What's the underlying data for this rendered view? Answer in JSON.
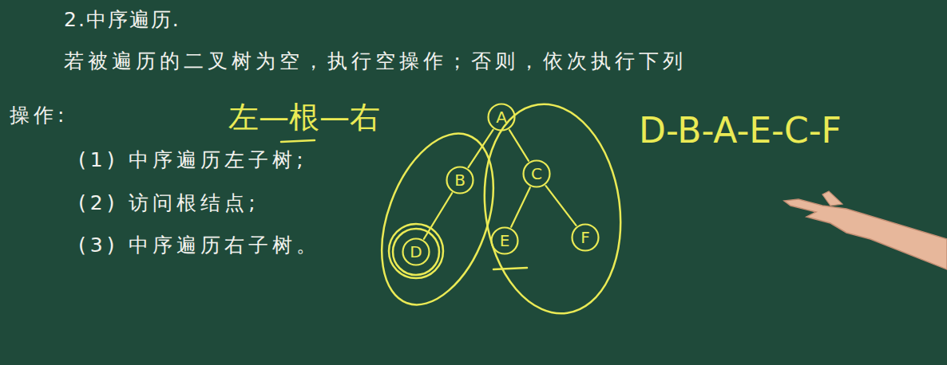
{
  "diagram": {
    "title": "2.中序遍历.",
    "nodes": [
      {
        "text": [
          "A"
        ]
      },
      {
        "text": [
          "B"
        ]
      },
      {
        "text": [
          "C"
        ]
      },
      {
        "text": [
          "D"
        ]
      },
      {
        "text": [
          "E"
        ]
      },
      {
        "text": [
          "F"
        ]
      }
    ],
    "edges": [
      {
        "from": 0,
        "to": 1,
        "arrow": "none"
      },
      {
        "from": 0,
        "to": 2,
        "arrow": "none"
      },
      {
        "from": 1,
        "to": 3,
        "arrow": "none"
      },
      {
        "from": 2,
        "to": 4,
        "arrow": "none"
      },
      {
        "from": 2,
        "to": 5,
        "arrow": "none"
      }
    ],
    "labels": [
      "若被遍历的二叉树为空，执行空操作；否则，依次执行下列",
      "操作:",
      "(1) 中序遍历左子树;",
      "(2) 访问根结点;",
      "(3) 中序遍历右子树。",
      "左—根—右",
      "D-B-A-E-C-F"
    ]
  }
}
